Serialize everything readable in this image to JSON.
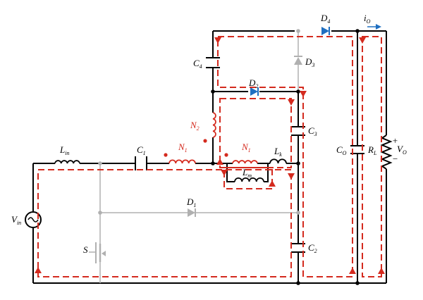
{
  "labels": {
    "d4": {
      "main": "D",
      "sub": "4"
    },
    "io": {
      "main": "i",
      "sub": "O"
    },
    "c4": {
      "main": "C",
      "sub": "4"
    },
    "d3": {
      "main": "D",
      "sub": "3"
    },
    "d2": {
      "main": "D",
      "sub": "2"
    },
    "n2": {
      "main": "N",
      "sub": "2"
    },
    "c3": {
      "main": "C",
      "sub": "3"
    },
    "co": {
      "main": "C",
      "sub": "O"
    },
    "rl": {
      "main": "R",
      "sub": "L"
    },
    "vo": {
      "main": "V",
      "sub": "O"
    },
    "lin": {
      "main": "L",
      "sub": "in"
    },
    "c1": {
      "main": "C",
      "sub": "1"
    },
    "n1a": {
      "main": "N",
      "sub": "1"
    },
    "n1b": {
      "main": "N",
      "sub": "1"
    },
    "lk": {
      "main": "L",
      "sub": "k"
    },
    "lm": {
      "main": "L",
      "sub": "m"
    },
    "vin": {
      "main": "V",
      "sub": "in"
    },
    "d1": {
      "main": "D",
      "sub": "1"
    },
    "s": {
      "main": "S"
    },
    "c2": {
      "main": "C",
      "sub": "2"
    },
    "plus": "+",
    "minus": "−"
  },
  "colors": {
    "wire": "#000000",
    "inactive": "#b0b0b0",
    "current_path": "#d42a1e",
    "active_diode": "#1f6fc1"
  }
}
